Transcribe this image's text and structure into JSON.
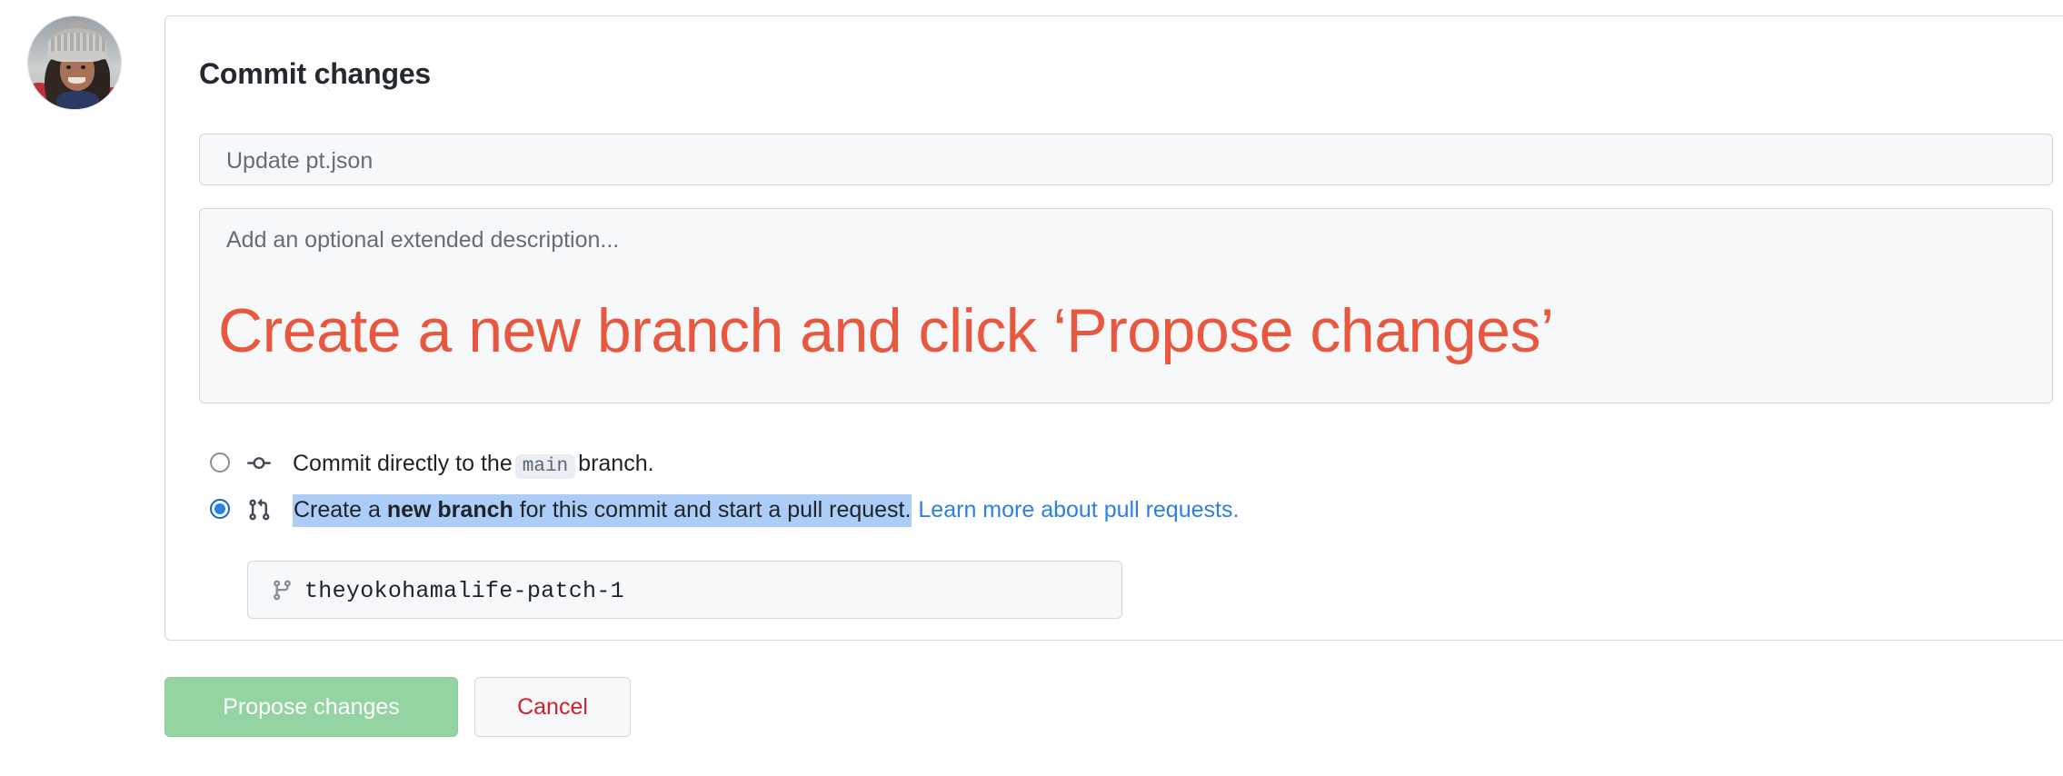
{
  "avatar": {
    "icon": "user-avatar-photo",
    "alt": "User profile photo"
  },
  "card": {
    "title": "Commit changes"
  },
  "commit_summary": {
    "icon": "text-input",
    "value": "",
    "placeholder": "Update pt.json"
  },
  "commit_description": {
    "icon": "textarea-input",
    "value": "",
    "placeholder": "Add an optional extended description..."
  },
  "annotation": {
    "text": "Create a new branch and click ‘Propose changes’",
    "color": "#e9573f"
  },
  "options": [
    {
      "id": "commit-directly",
      "icon": "git-commit-icon",
      "checked": false,
      "label_before": "Commit directly to the",
      "badge": "main",
      "label_after": "branch."
    },
    {
      "id": "create-new-branch",
      "icon": "git-pull-request-icon",
      "checked": true,
      "label_part1": "Create a ",
      "label_bold": "new branch",
      "label_part2": " for this commit and start a pull request.",
      "link_label": "Learn more about pull requests.",
      "link_color": "#2b7fe8",
      "highlight_color": "#accdf8"
    }
  ],
  "branch_name": {
    "icon": "git-branch-icon",
    "value": "theyokohamalife-patch-1"
  },
  "buttons": {
    "propose": {
      "label": "Propose changes",
      "color": "#94d3a2",
      "text_color": "#ffffff",
      "disabled": true
    },
    "cancel": {
      "label": "Cancel",
      "color": "#f6f8fa",
      "text_color": "#cf222e"
    }
  }
}
